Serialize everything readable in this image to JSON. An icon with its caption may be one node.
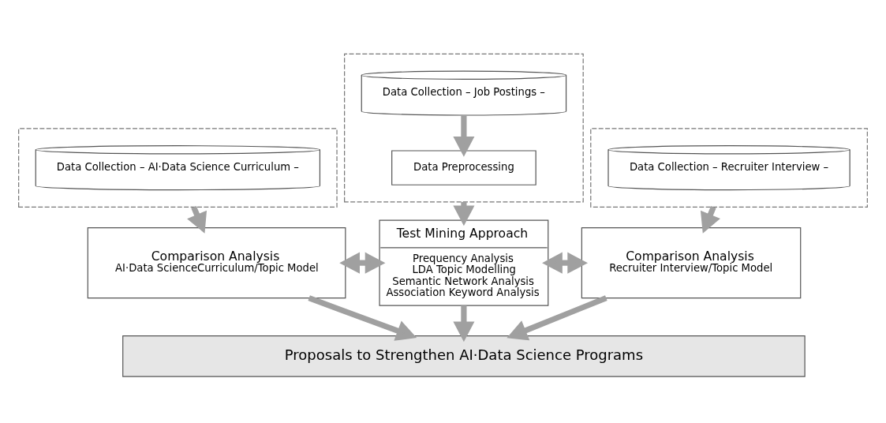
{
  "diagram": {
    "nodes": [
      {
        "text": [],
        "shape": "box"
      },
      {
        "text": [
          "Data Collection – AI·Data Science Curriculum –"
        ],
        "in": 0
      },
      {
        "text": [],
        "shape": "box"
      },
      {
        "text": [
          "Data Collection – Job Postings –"
        ],
        "in": 2
      },
      {
        "text": [
          "Data Preprocessing"
        ],
        "in": 2
      },
      {
        "text": [],
        "shape": "box"
      },
      {
        "text": [
          "Data Collection – Recruiter Interview –"
        ],
        "in": 5
      },
      {
        "text": [
          "Comparison Analysis",
          "AI·Data ScienceCurriculum/Topic Model"
        ]
      },
      {
        "text": [
          "Test Mining Approach",
          "Prequency Analysis",
          "LDA Topic Modelling",
          "Semantic Network Analysis",
          "Association Keyword Analysis"
        ]
      },
      {
        "text": [
          "Comparison Analysis",
          "Recruiter Interview/Topic Model"
        ]
      },
      {
        "text": [
          "Proposals to Strengthen AI·Data Science Programs"
        ]
      }
    ],
    "edges": [
      {
        "from": 0,
        "to": 7,
        "arrow": "to"
      },
      {
        "from": 3,
        "to": 4,
        "arrow": "to"
      },
      {
        "from": 2,
        "to": 8,
        "arrow": "to"
      },
      {
        "from": 5,
        "to": 9,
        "arrow": "to"
      },
      {
        "from": 7,
        "to": 8,
        "arrow": "both"
      },
      {
        "from": 8,
        "to": 9,
        "arrow": "both"
      },
      {
        "from": 7,
        "to": 10,
        "arrow": "to"
      },
      {
        "from": 8,
        "to": 10,
        "arrow": "to"
      },
      {
        "from": 9,
        "to": 10,
        "arrow": "to"
      }
    ]
  }
}
